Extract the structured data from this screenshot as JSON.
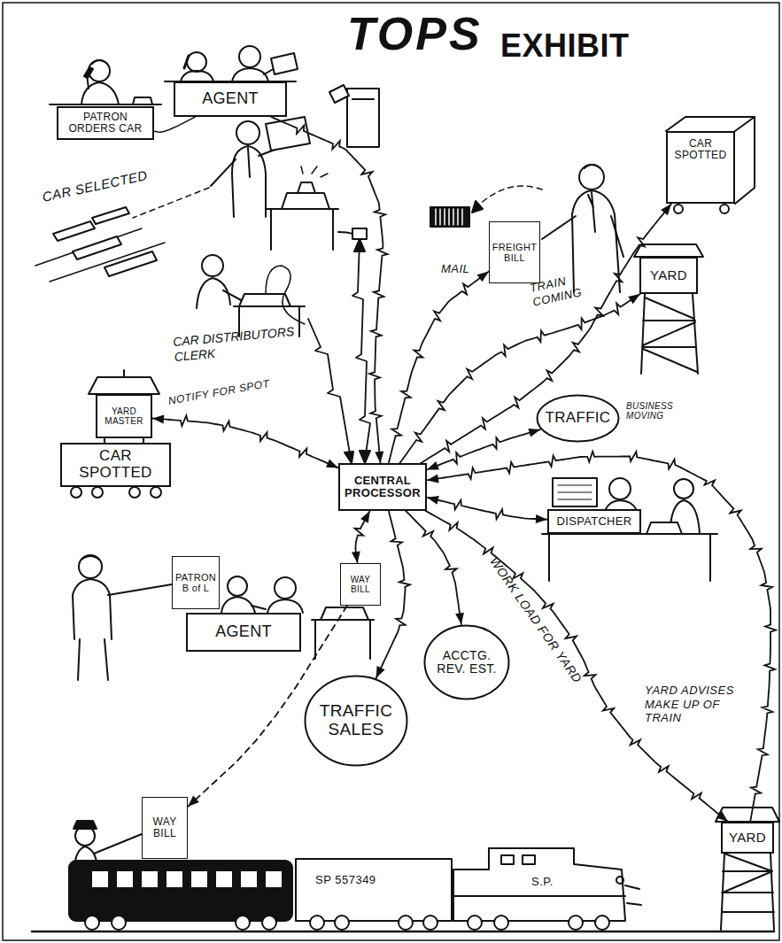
{
  "diagram": {
    "title": "TOPS",
    "nodes": [
      {
        "text": [
          "PATRON ORDERS CAR"
        ]
      },
      {
        "text": [
          "AGENT"
        ]
      },
      {
        "text": [
          "FREIGHT BILL"
        ]
      },
      {
        "text": [
          "CAR SPOTTED"
        ]
      },
      {
        "text": [
          "YARD"
        ]
      },
      {
        "text": [
          "YARD MASTER"
        ]
      },
      {
        "text": [
          "TRAFFIC",
          "BUSINESS MOVING"
        ]
      },
      {
        "text": [
          "CAR SPOTTED"
        ]
      },
      {
        "text": [
          "CENTRAL PROCESSOR"
        ]
      },
      {
        "text": [
          "DISPATCHER"
        ]
      },
      {
        "text": [
          "PATRON B of L"
        ]
      },
      {
        "text": [
          "WAY BILL"
        ]
      },
      {
        "text": [
          "AGENT"
        ]
      },
      {
        "text": [
          "ACCTG. REV. EST."
        ]
      },
      {
        "text": [
          "TRAFFIC SALES"
        ]
      },
      {
        "text": [
          "WAY BILL"
        ]
      },
      {
        "text": [
          "YARD"
        ]
      }
    ],
    "edges": [
      {
        "from": 0,
        "to": 1,
        "arrow": "none"
      },
      {
        "from": 1,
        "to": 8,
        "arrow": "to"
      },
      {
        "from": 8,
        "to": 2,
        "label": "MAIL",
        "arrow": "to"
      },
      {
        "from": 8,
        "to": 3,
        "arrow": "to"
      },
      {
        "from": 8,
        "to": 4,
        "label": "TRAIN COMING",
        "arrow": "to"
      },
      {
        "from": 8,
        "to": 6,
        "arrow": "both"
      },
      {
        "from": 8,
        "to": 9,
        "arrow": "both"
      },
      {
        "from": 5,
        "to": 8,
        "label": "NOTIFY FOR SPOT",
        "arrow": "both"
      },
      {
        "from": 11,
        "to": 8,
        "arrow": "both"
      },
      {
        "from": 8,
        "to": 14,
        "arrow": "to"
      },
      {
        "from": 8,
        "to": 13,
        "arrow": "to"
      },
      {
        "from": 8,
        "to": 16,
        "label": "WORK LOAD FOR YARD",
        "arrow": "to"
      },
      {
        "from": 16,
        "to": 8,
        "label": "YARD ADVISES MAKE UP OF TRAIN",
        "arrow": "to"
      },
      {
        "from": 11,
        "to": 15,
        "arrow": "to"
      }
    ],
    "labels": [
      "EXHIBIT",
      "CAR SELECTED",
      "CAR DISTRIBUTORS CLERK",
      "SP 557349",
      "S.P."
    ]
  }
}
